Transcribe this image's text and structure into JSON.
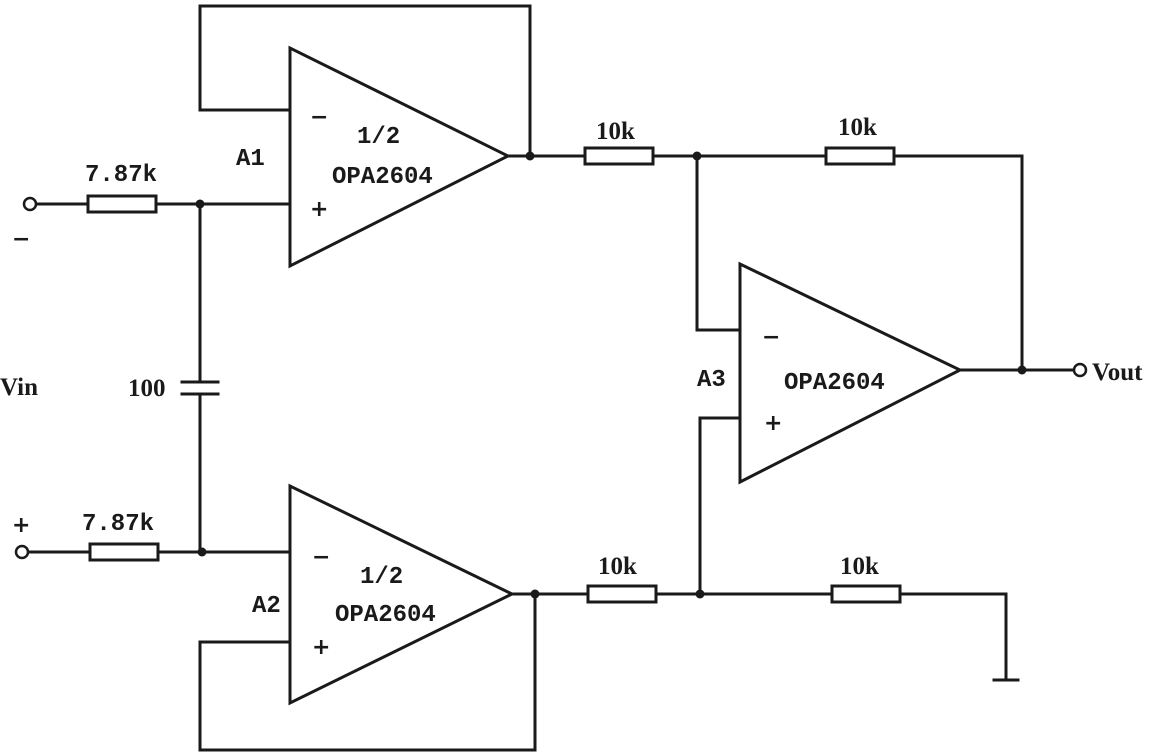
{
  "input": {
    "minus_label": "−",
    "plus_label": "+",
    "vin_label": "Vin"
  },
  "output": {
    "vout_label": "Vout"
  },
  "resistors": {
    "r_in_top": "7.87k",
    "r_in_bottom": "7.87k",
    "r_a1_out": "10k",
    "r_feedback": "10k",
    "r_a2_out": "10k",
    "r_ground": "10k"
  },
  "capacitor": {
    "value": "100"
  },
  "opamps": {
    "a1": {
      "designator": "A1",
      "line1": "1/2",
      "line2": "OPA2604",
      "inv": "−",
      "noninv": "+"
    },
    "a2": {
      "designator": "A2",
      "line1": "1/2",
      "line2": "OPA2604",
      "inv": "−",
      "noninv": "+"
    },
    "a3": {
      "designator": "A3",
      "part": "OPA2604",
      "inv": "−",
      "noninv": "+"
    }
  }
}
